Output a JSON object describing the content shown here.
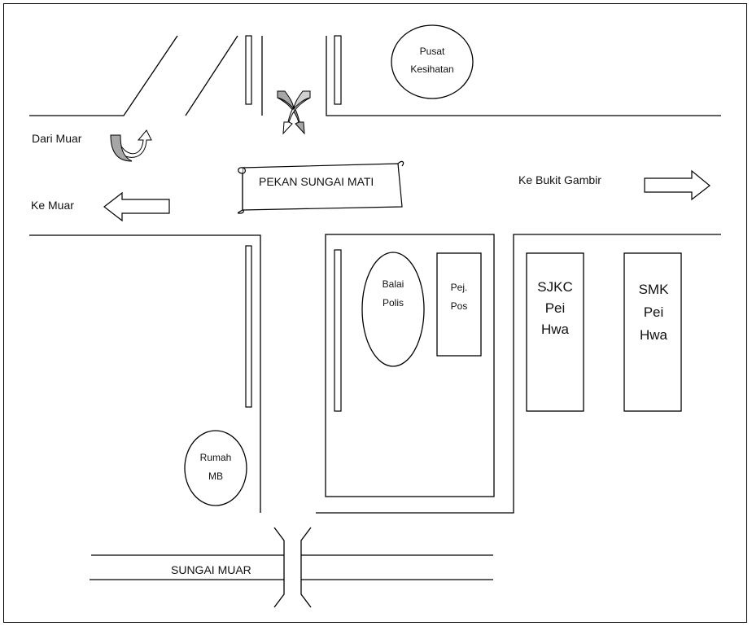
{
  "labels": {
    "pusat_kesihatan": [
      "Pusat",
      "Kesihatan"
    ],
    "dari_muar": "Dari Muar",
    "ke_muar": "Ke Muar",
    "pekan": "PEKAN SUNGAI MATI",
    "ke_bukit_gambir": "Ke Bukit Gambir",
    "balai_polis": [
      "Balai",
      "Polis"
    ],
    "pej_pos": [
      "Pej.",
      "Pos"
    ],
    "sjkc": [
      "SJKC",
      "Pei",
      "Hwa"
    ],
    "smk": [
      "SMK",
      "Pei",
      "Hwa"
    ],
    "rumah_mb": [
      "Rumah",
      "MB"
    ],
    "sungai_muar": "SUNGAI MUAR"
  }
}
